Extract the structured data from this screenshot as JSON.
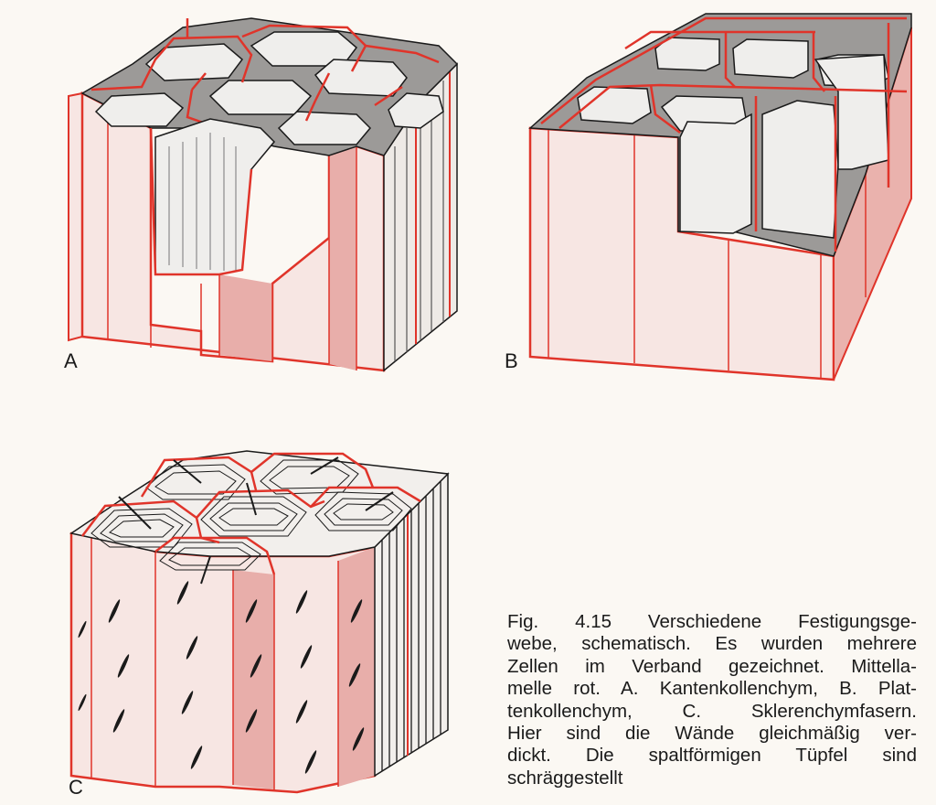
{
  "panels": {
    "a": {
      "label": "A"
    },
    "b": {
      "label": "B"
    },
    "c": {
      "label": "C"
    }
  },
  "caption": {
    "lines": [
      "Fig. 4.15 Verschiedene Festigungsge-",
      "webe, schematisch. Es wurden mehrere",
      "Zellen im Verband gezeichnet. Mittella-",
      "melle rot. A. Kantenkollenchym, B. Plat-",
      "tenkollenchym, C. Sklerenchymfasern.",
      "Hier sind die Wände gleichmäßig ver-",
      "dickt. Die spaltförmigen Tüpfel sind",
      "schräggestellt"
    ]
  },
  "colors": {
    "middle_lamella": "#e0342a",
    "cell_wall_face": "#f7e6e3",
    "cell_wall_shadow": "#e8aeaa",
    "wall_top": "#9c9a98",
    "lumen": "#efeeec"
  }
}
